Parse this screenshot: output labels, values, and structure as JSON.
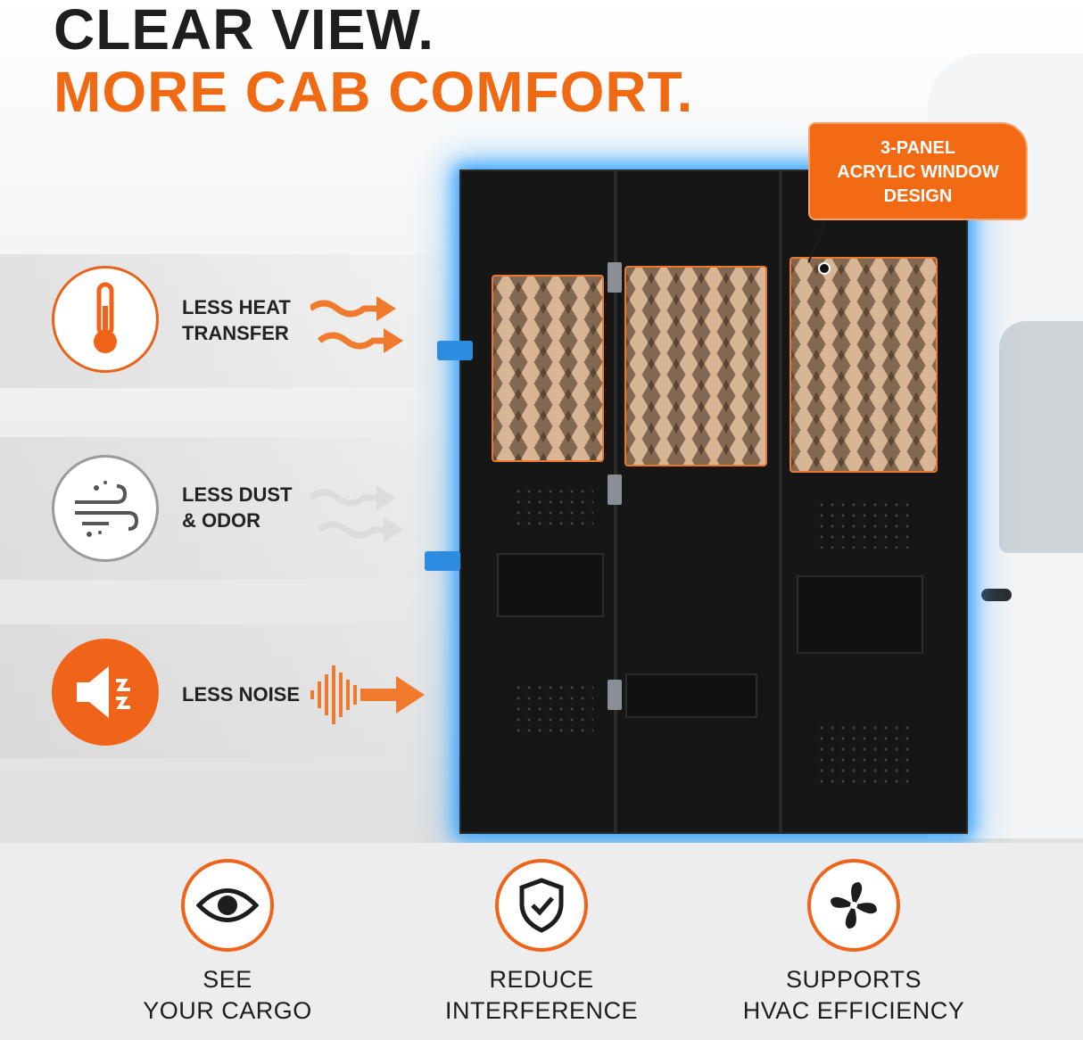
{
  "headline": {
    "line1": "CLEAR VIEW.",
    "line2": "MORE CAB COMFORT."
  },
  "colors": {
    "accent": "#f06a14",
    "dark": "#1e1e1e",
    "glow": "#3aa7ff"
  },
  "features": [
    {
      "icon": "thermometer-icon",
      "line1": "LESS HEAT",
      "line2": "TRANSFER"
    },
    {
      "icon": "wind-dust-icon",
      "line1": "LESS DUST",
      "line2": "& ODOR"
    },
    {
      "icon": "speaker-noise-icon",
      "line1": "LESS NOISE",
      "line2": ""
    }
  ],
  "callout": {
    "line1": "3-PANEL",
    "line2": "ACRYLIC WINDOW",
    "line3": "DESIGN"
  },
  "benefits": [
    {
      "icon": "eye-icon",
      "line1": "SEE",
      "line2": "YOUR CARGO"
    },
    {
      "icon": "shield-check-icon",
      "line1": "REDUCE",
      "line2": "INTERFERENCE"
    },
    {
      "icon": "fan-icon",
      "line1": "SUPPORTS",
      "line2": "HVAC EFFICIENCY"
    }
  ]
}
